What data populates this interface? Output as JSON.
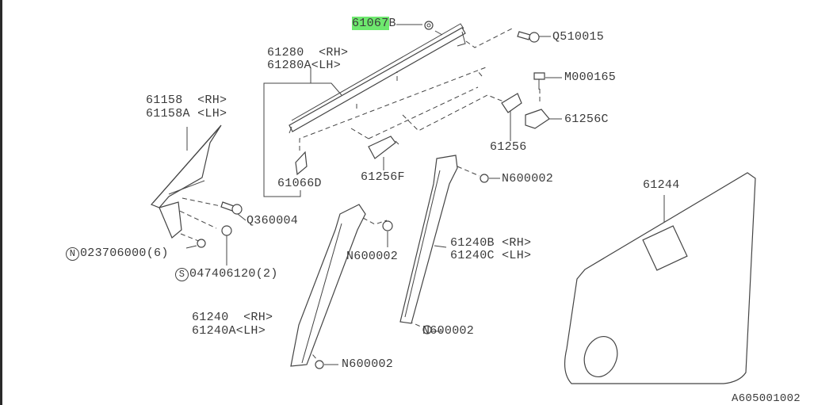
{
  "diagram_id": "A605001002",
  "parts": {
    "p61067b": {
      "highlight": "61067",
      "suffix": "B"
    },
    "q510015": "Q510015",
    "p61280": {
      "rh": "61280  <RH>",
      "lh": "61280A<LH>"
    },
    "m000165": "M000165",
    "p61158": {
      "rh": "61158  <RH>",
      "lh": "61158A <LH>"
    },
    "p61256c": "61256C",
    "p61256": "61256",
    "p61066d": "61066D",
    "p61256f": "61256F",
    "n600002_a": "N600002",
    "p61244": "61244",
    "q360004": "Q360004",
    "n023706000": {
      "mark": "N",
      "code": "023706000(6)"
    },
    "n600002_b": "N600002",
    "p61240b": {
      "rh": "61240B <RH>",
      "lh": "61240C <LH>"
    },
    "s047406120": {
      "mark": "S",
      "code": "047406120(2)"
    },
    "p61240": {
      "rh": "61240  <RH>",
      "lh": "61240A<LH>"
    },
    "n600002_c": "N600002",
    "n600002_d": "N600002"
  },
  "colors": {
    "highlight": "#6ee86e",
    "line": "#444444"
  }
}
